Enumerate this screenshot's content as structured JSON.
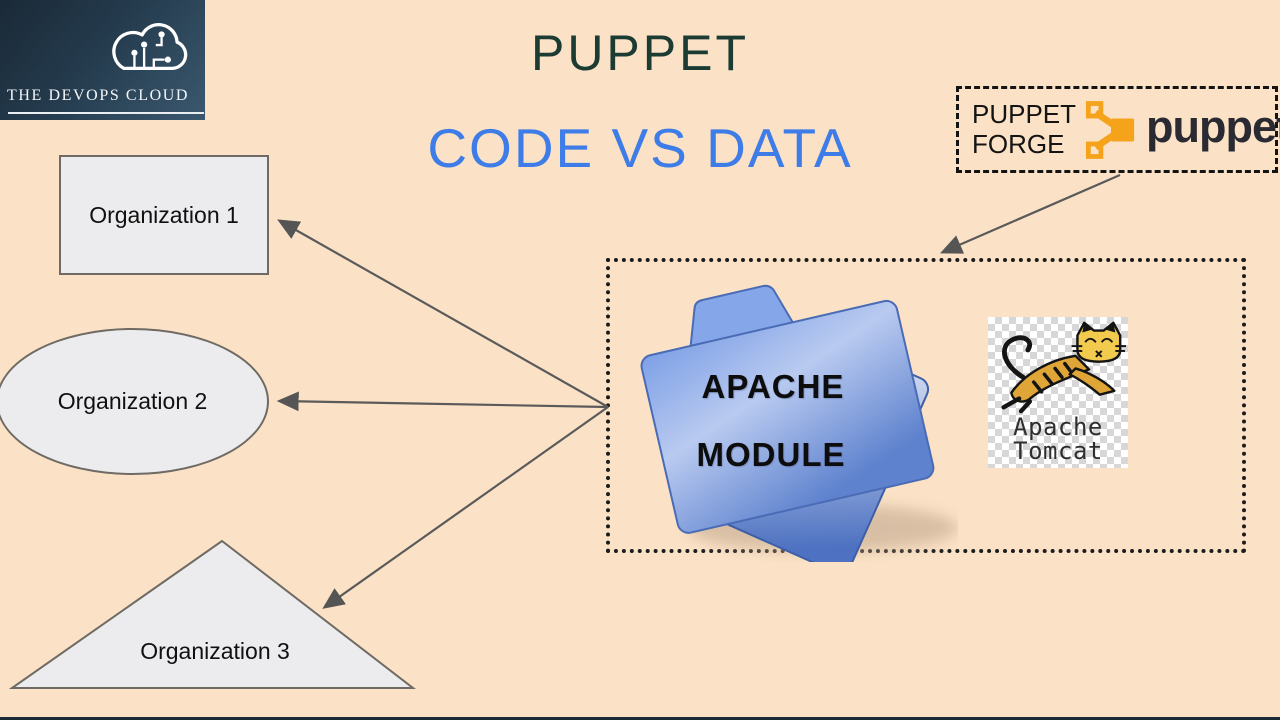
{
  "slide": {
    "title": "PUPPET",
    "subtitle": "CODE VS DATA"
  },
  "brand": {
    "name": "THE DEVOPS CLOUD"
  },
  "forge": {
    "line1": "PUPPET",
    "line2": "FORGE",
    "wordmark": "puppet"
  },
  "module_box": {
    "line1": "APACHE",
    "line2": "MODULE"
  },
  "tomcat": {
    "line1": "Apache",
    "line2": "Tomcat"
  },
  "organizations": [
    {
      "label": "Organization 1",
      "shape": "rectangle"
    },
    {
      "label": "Organization 2",
      "shape": "ellipse"
    },
    {
      "label": "Organization 3",
      "shape": "triangle"
    }
  ],
  "colors": {
    "background": "#FBE2C6",
    "title": "#1B3B33",
    "subtitle": "#3E7CE8",
    "shape_fill": "#ECECEE",
    "shape_border": "#6F6A63",
    "arrow": "#555555",
    "puppet_orange": "#F6A31C",
    "navy_plate": "#1A2937",
    "folder_blue": "#6E93DE"
  }
}
